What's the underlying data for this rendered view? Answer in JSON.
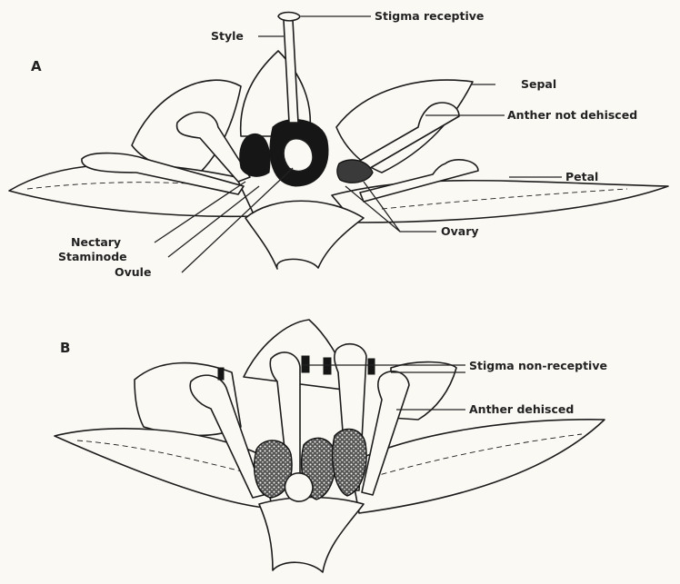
{
  "panels": {
    "a": {
      "letter": "A",
      "labels": {
        "stigma_receptive": "Stigma receptive",
        "style": "Style",
        "sepal": "Sepal",
        "anther_not_dehisced": "Anther not dehisced",
        "petal": "Petal",
        "ovary": "Ovary",
        "nectary": "Nectary",
        "staminode": "Staminode",
        "ovule": "Ovule"
      }
    },
    "b": {
      "letter": "B",
      "labels": {
        "stigma_non_receptive": "Stigma non-receptive",
        "anther_dehisced": "Anther dehisced"
      }
    }
  }
}
